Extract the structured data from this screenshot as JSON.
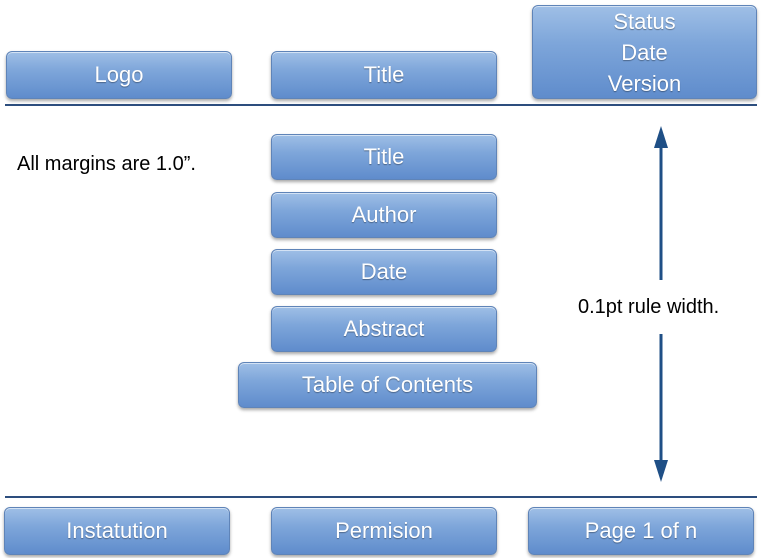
{
  "header": {
    "logo_label": "Logo",
    "title_label": "Title",
    "info_lines": [
      "Status",
      "Date",
      "Version"
    ]
  },
  "body": {
    "margins_note": "All margins are 1.0”.",
    "rule_note": "0.1pt rule width.",
    "title_label": "Title",
    "author_label": "Author",
    "date_label": "Date",
    "abstract_label": "Abstract",
    "toc_label": "Table of Contents"
  },
  "footer": {
    "institution_label": "Instatution",
    "permission_label": "Permision",
    "page_label": "Page 1 of n"
  },
  "colors": {
    "box_fill": "#7ea6da",
    "rule": "#2d4e7e",
    "arrow": "#1f4f86"
  }
}
